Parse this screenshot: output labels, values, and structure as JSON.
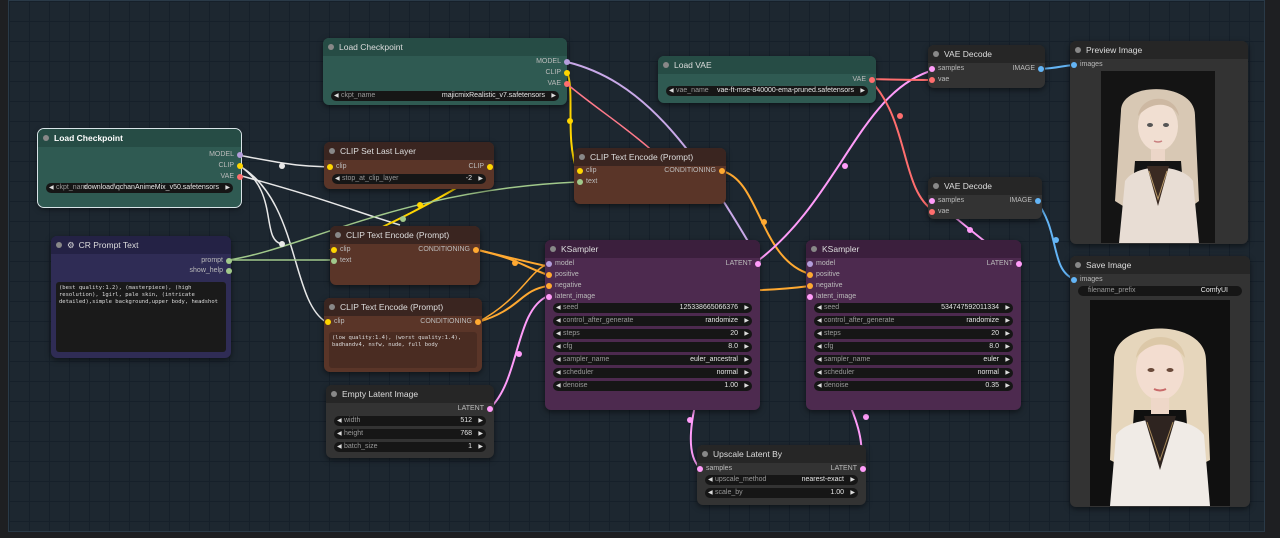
{
  "nodes": {
    "load_ckpt1": {
      "title": "Load Checkpoint",
      "outputs": [
        "MODEL",
        "CLIP",
        "VAE"
      ],
      "widget_label": "ckpt_name",
      "widget_value": "majicmixRealistic_v7.safetensors"
    },
    "load_ckpt2": {
      "title": "Load Checkpoint",
      "outputs": [
        "MODEL",
        "CLIP",
        "VAE"
      ],
      "widget_label": "ckpt_nam",
      "widget_value": "download\\qchanAnimeMix_v50.safetensors"
    },
    "clip_last": {
      "title": "CLIP Set Last Layer",
      "input": "clip",
      "output": "CLIP",
      "widget_label": "stop_at_clip_layer",
      "widget_value": "-2"
    },
    "cr_prompt": {
      "title": "CR Prompt Text",
      "outputs": [
        "prompt",
        "show_help"
      ],
      "text": "(best quality:1.2), (masterpiece), (high resolution), 1girl, pale skin, (intricate detailed),simple background,upper body, headshot"
    },
    "clip_enc1": {
      "title": "CLIP Text Encode (Prompt)",
      "inputs": [
        "clip",
        "text"
      ],
      "output": "CONDITIONING"
    },
    "clip_enc2": {
      "title": "CLIP Text Encode (Prompt)",
      "input": "clip",
      "output": "CONDITIONING",
      "text": "(low quality:1.4), (worst quality:1.4), badhandv4, nsfw, nude, full body"
    },
    "clip_enc3": {
      "title": "CLIP Text Encode (Prompt)",
      "inputs": [
        "clip",
        "text"
      ],
      "output": "CONDITIONING"
    },
    "load_vae": {
      "title": "Load VAE",
      "output": "VAE",
      "widget_label": "vae_name",
      "widget_value": "vae-ft-mse-840000-ema-pruned.safetensors"
    },
    "ksampler1": {
      "title": "KSampler",
      "inputs": [
        "model",
        "positive",
        "negative",
        "latent_image"
      ],
      "output": "LATENT",
      "widgets": [
        {
          "label": "seed",
          "value": "125338665066376"
        },
        {
          "label": "control_after_generate",
          "value": "randomize"
        },
        {
          "label": "steps",
          "value": "20"
        },
        {
          "label": "cfg",
          "value": "8.0"
        },
        {
          "label": "sampler_name",
          "value": "euler_ancestral"
        },
        {
          "label": "scheduler",
          "value": "normal"
        },
        {
          "label": "denoise",
          "value": "1.00"
        }
      ]
    },
    "ksampler2": {
      "title": "KSampler",
      "inputs": [
        "model",
        "positive",
        "negative",
        "latent_image"
      ],
      "output": "LATENT",
      "widgets": [
        {
          "label": "seed",
          "value": "534747592011334"
        },
        {
          "label": "control_after_generate",
          "value": "randomize"
        },
        {
          "label": "steps",
          "value": "20"
        },
        {
          "label": "cfg",
          "value": "8.0"
        },
        {
          "label": "sampler_name",
          "value": "euler"
        },
        {
          "label": "scheduler",
          "value": "normal"
        },
        {
          "label": "denoise",
          "value": "0.35"
        }
      ]
    },
    "empty_latent": {
      "title": "Empty Latent Image",
      "output": "LATENT",
      "widgets": [
        {
          "label": "width",
          "value": "512"
        },
        {
          "label": "height",
          "value": "768"
        },
        {
          "label": "batch_size",
          "value": "1"
        }
      ]
    },
    "upscale": {
      "title": "Upscale Latent By",
      "input": "samples",
      "output": "LATENT",
      "widgets": [
        {
          "label": "upscale_method",
          "value": "nearest-exact"
        },
        {
          "label": "scale_by",
          "value": "1.00"
        }
      ]
    },
    "vae_decode1": {
      "title": "VAE Decode",
      "inputs": [
        "samples",
        "vae"
      ],
      "output": "IMAGE"
    },
    "vae_decode2": {
      "title": "VAE Decode",
      "inputs": [
        "samples",
        "vae"
      ],
      "output": "IMAGE"
    },
    "preview": {
      "title": "Preview Image",
      "input": "images"
    },
    "save": {
      "title": "Save Image",
      "input": "images",
      "widget_label": "filename_prefix",
      "widget_value": "ComfyUI"
    }
  },
  "colors": {
    "model": "#b39ddb",
    "clip": "#ffd500",
    "vae": "#ff6e6e",
    "conditioning": "#ffa931",
    "latent": "#ff9cf9",
    "image": "#64b5f6",
    "string": "#a1c98b"
  }
}
